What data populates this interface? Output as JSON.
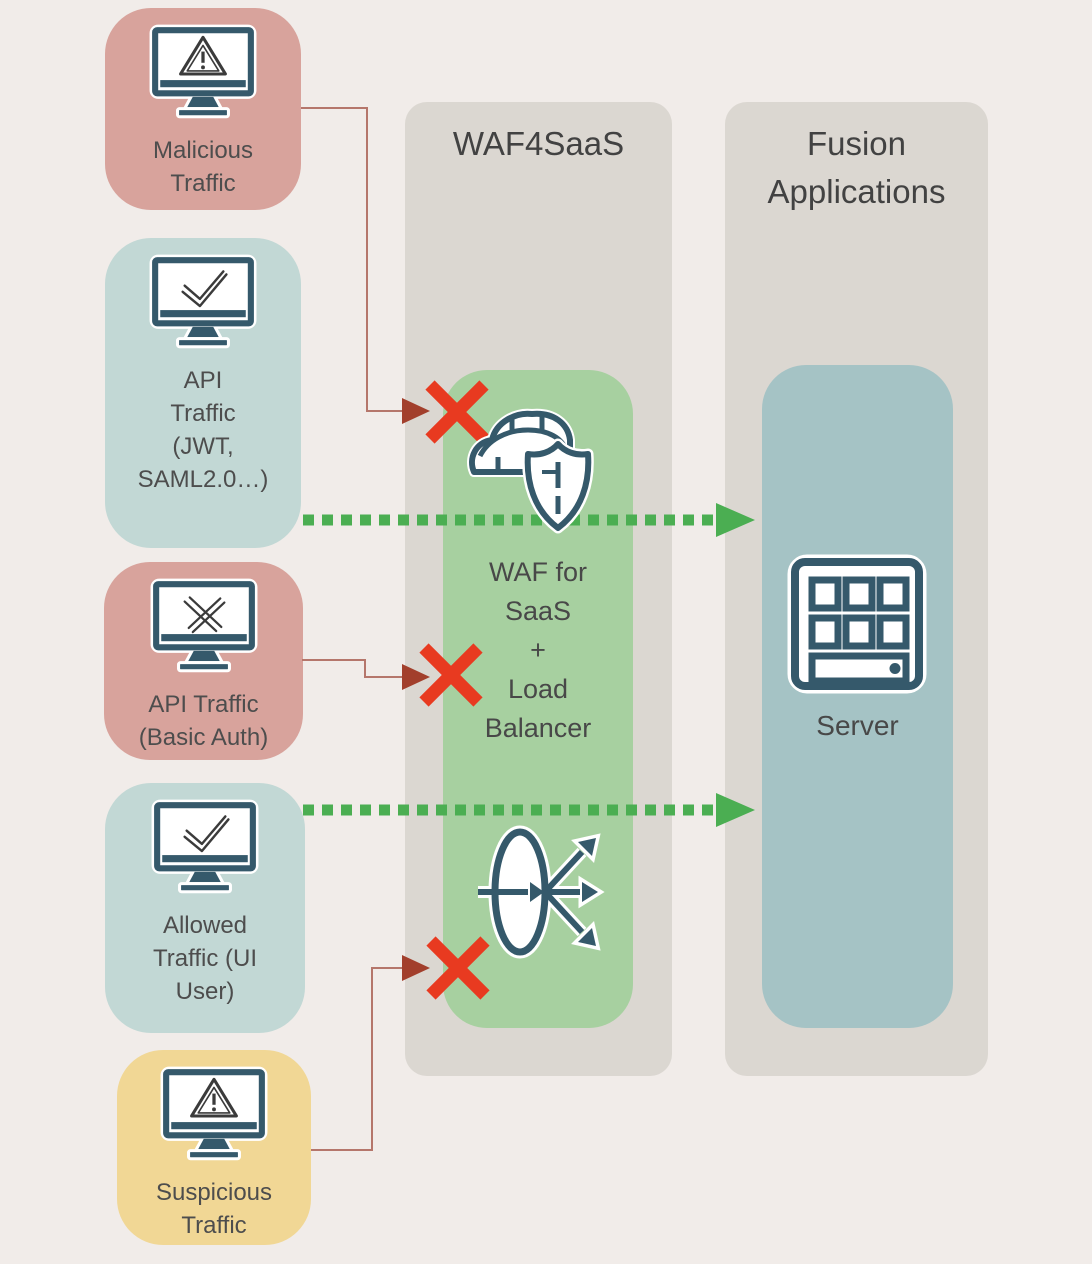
{
  "colors": {
    "page_background": "#f1ece9",
    "blocked_source_box": "#d8a39c",
    "allowed_source_box": "#c2d8d5",
    "suspicious_source_box": "#f1d795",
    "column_background": "#dbd7d1",
    "waf_inner_box": "#a7d0a0",
    "server_inner_box": "#a5c3c5",
    "icon_stroke": "#35596b",
    "blocked_x": "#e83a20",
    "blocked_arrow": "#a23f2c",
    "blocked_line": "#b5766b",
    "allowed_arrow": "#4bae52",
    "text": "#4b4b4b"
  },
  "sources": [
    {
      "label": "Malicious\nTraffic",
      "icon": "warning-monitor"
    },
    {
      "label": "API\nTraffic\n(JWT,\nSAML2.0…)",
      "icon": "check-monitor"
    },
    {
      "label": "API Traffic\n(Basic Auth)",
      "icon": "cross-monitor"
    },
    {
      "label": "Allowed\nTraffic (UI\nUser)",
      "icon": "check-monitor"
    },
    {
      "label": "Suspicious\nTraffic",
      "icon": "warning-monitor"
    }
  ],
  "waf_column": {
    "title": "WAF4SaaS",
    "box_label": "WAF for\nSaaS\n+\nLoad\nBalancer",
    "icons": [
      "firewall-shield",
      "load-balancer"
    ]
  },
  "fusion_column": {
    "title": "Fusion\nApplications",
    "server_label": "Server",
    "icons": [
      "server"
    ]
  },
  "flows": [
    {
      "from": "Malicious Traffic",
      "to": "WAF4SaaS",
      "result": "blocked",
      "style": "thin-red-line-with-red-x"
    },
    {
      "from": "API Traffic (JWT, SAML2.0…)",
      "to": "Server",
      "result": "allowed",
      "style": "green-dotted-arrow"
    },
    {
      "from": "API Traffic (Basic Auth)",
      "to": "WAF4SaaS",
      "result": "blocked",
      "style": "thin-red-line-with-red-x"
    },
    {
      "from": "Allowed Traffic (UI User)",
      "to": "Server",
      "result": "allowed",
      "style": "green-dotted-arrow"
    },
    {
      "from": "Suspicious Traffic",
      "to": "WAF4SaaS",
      "result": "blocked",
      "style": "thin-red-line-with-red-x"
    }
  ]
}
